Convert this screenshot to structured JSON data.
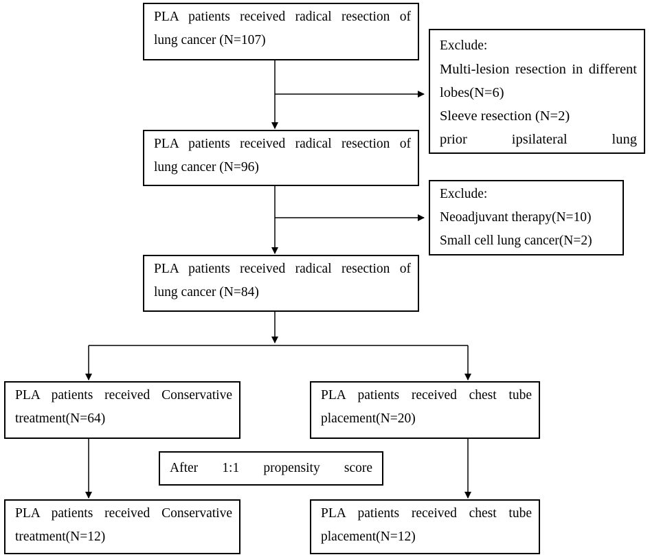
{
  "flow": {
    "step1": {
      "line1": "PLA patients received radical resection of",
      "line2": "lung cancer (N=107)"
    },
    "exclude1": {
      "title": "Exclude:",
      "item1_a": "Multi-lesion resection in different",
      "item1_b": "lobes(N=6)",
      "item2": "Sleeve resection (N=2)",
      "item3": "prior ipsilateral lung"
    },
    "step2": {
      "line1": "PLA patients received radical resection of",
      "line2": "lung cancer (N=96)"
    },
    "exclude2": {
      "title": "Exclude:",
      "item1": "Neoadjuvant therapy(N=10)",
      "item2": "Small cell lung cancer(N=2)"
    },
    "step3": {
      "line1": "PLA patients received radical resection of",
      "line2": "lung cancer (N=84)"
    },
    "left_branch": {
      "line1": "PLA patients received Conservative",
      "line2": "treatment(N=64)"
    },
    "right_branch": {
      "line1": "PLA patients received chest tube",
      "line2": "placement(N=20)"
    },
    "propensity": "After 1:1 propensity score",
    "left_matched": {
      "line1": "PLA patients received Conservative",
      "line2": "treatment(N=12)"
    },
    "right_matched": {
      "line1": "PLA patients received chest tube",
      "line2": "placement(N=12)"
    }
  }
}
